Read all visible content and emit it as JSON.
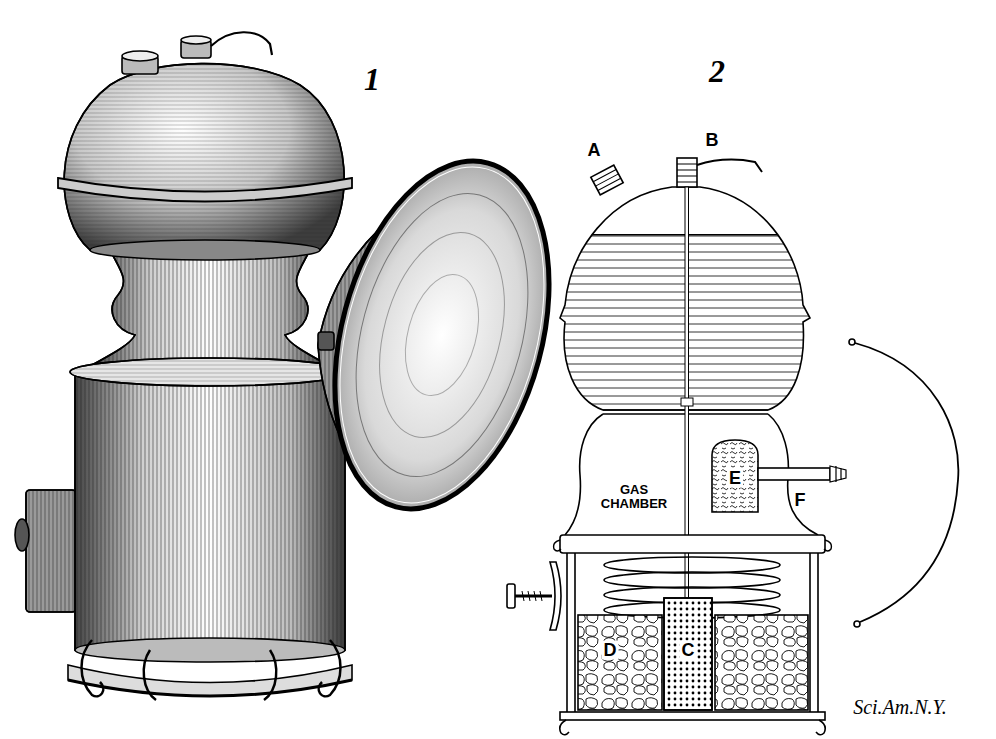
{
  "diagram": {
    "labels": [
      "1",
      "2",
      "A",
      "B",
      "GAS CHAMBER",
      "E",
      "F",
      "D",
      "C",
      "Sci.Am.N.Y."
    ]
  }
}
